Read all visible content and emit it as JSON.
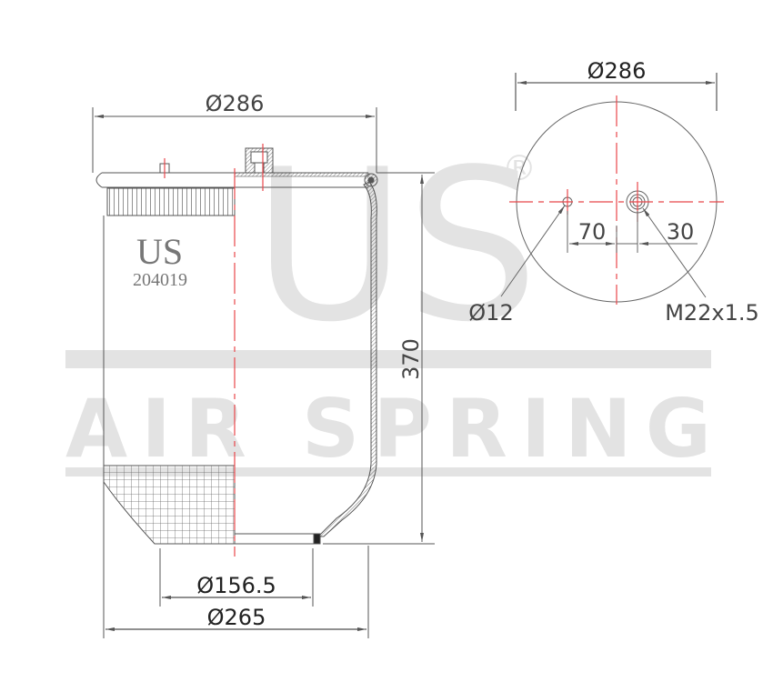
{
  "watermark": {
    "brand": "US",
    "registered_mark": "®",
    "banner": "AIR SPRING",
    "color": "#e3e3e3"
  },
  "part_label": {
    "brand": "US",
    "part_number": "204019"
  },
  "side_view": {
    "top_diameter": "Ø286",
    "height": "370",
    "bottom_inner_diameter": "Ø156.5",
    "bottom_outer_diameter": "Ø265"
  },
  "top_view": {
    "diameter": "Ø286",
    "offset_left": "70",
    "offset_right": "30",
    "hole_callout": "Ø12",
    "thread_callout": "M22x1.5"
  },
  "colors": {
    "line": "#555555",
    "centerline": "#e8474b",
    "dim_text": "#444444"
  }
}
